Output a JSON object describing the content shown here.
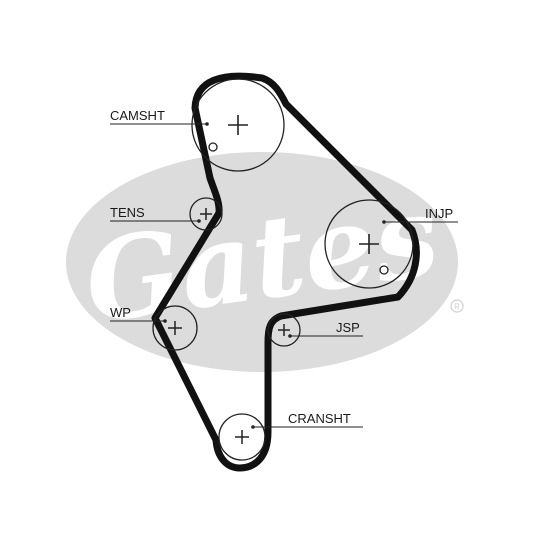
{
  "watermark": {
    "brand": "Gates",
    "registered_mark": "®",
    "color": "#dcdcdc"
  },
  "colors": {
    "belt": "#111111",
    "pulley_stroke": "#222222",
    "leader": "#222222"
  },
  "labels": {
    "camshaft": "CAMSHT",
    "tensioner": "TENS",
    "water_pump": "WP",
    "injection_pump": "INJP",
    "jockey_pulley": "JSP",
    "crankshaft": "CRANSHT"
  }
}
